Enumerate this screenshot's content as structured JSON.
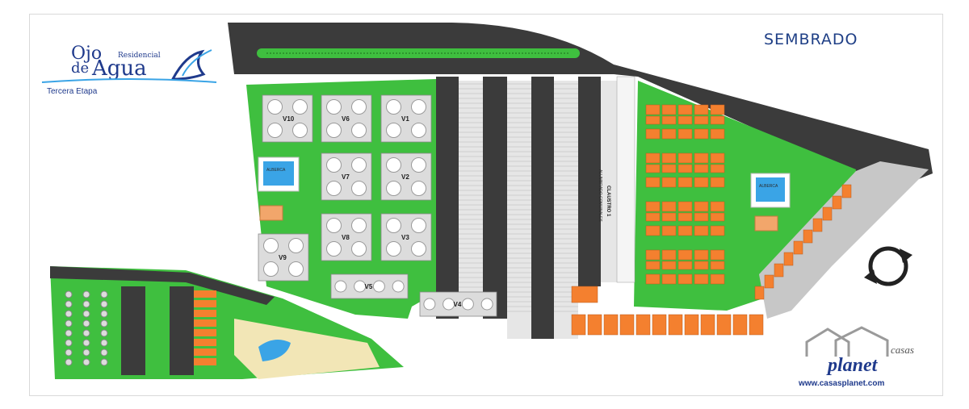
{
  "title": "SEMBRADO",
  "logo": {
    "line1": "Ojo",
    "line1_small": "Residencial",
    "line2_de": "de",
    "line2": "Agua",
    "subtitle": "Tercera Etapa"
  },
  "brand": {
    "prefix": "casas",
    "name": "planet",
    "url": "www.casasplanet.com"
  },
  "villas": [
    "V1",
    "V2",
    "V3",
    "V4",
    "V5",
    "V6",
    "V7",
    "V8",
    "V9",
    "V10"
  ],
  "amenities": {
    "pool_label": "ALBERCA",
    "pool_label_east": "ALBERCA",
    "parking_label": "CLAUSTRO 1",
    "parking_sublabel": "ALUMBRADO COMUNALES"
  },
  "colors": {
    "grass": "#3fbf3f",
    "road": "#3b3b3b",
    "house_roof": "#f4802f",
    "villa": "#dcdcdc",
    "pool": "#3aa4e6",
    "text_blue": "#1f3f86"
  }
}
